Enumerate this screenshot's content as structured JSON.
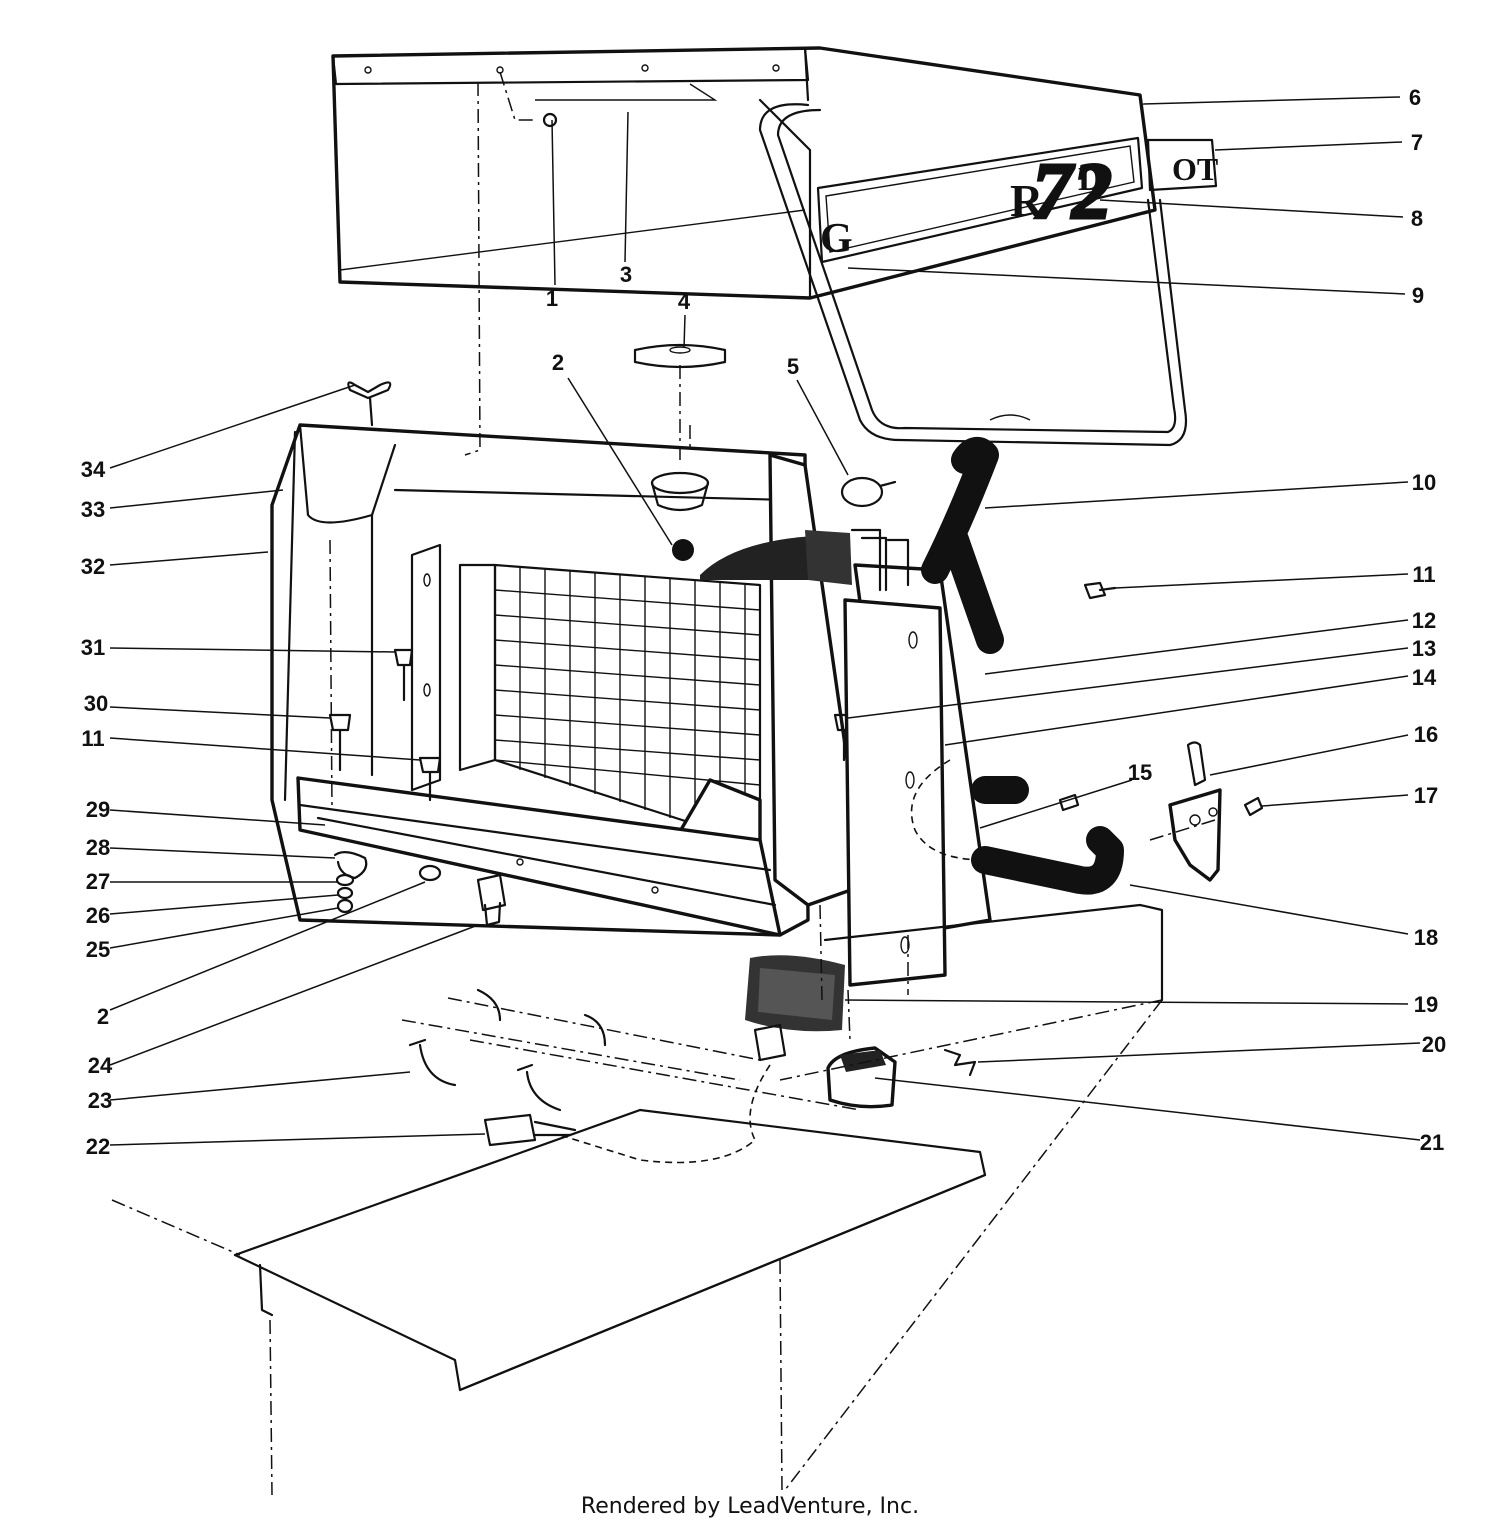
{
  "credit": "Rendered by LeadVenture, Inc.",
  "decal": {
    "left": "G",
    "center": "R",
    "number": "72",
    "letter": "D",
    "right": "OT"
  },
  "callouts": [
    "1",
    "2",
    "3",
    "4",
    "5",
    "6",
    "7",
    "8",
    "9",
    "10",
    "11",
    "12",
    "13",
    "14",
    "15",
    "16",
    "17",
    "18",
    "19",
    "20",
    "21",
    "22",
    "23",
    "24",
    "25",
    "26",
    "27",
    "28",
    "29",
    "30",
    "31",
    "32",
    "33",
    "34",
    "11",
    "2"
  ]
}
